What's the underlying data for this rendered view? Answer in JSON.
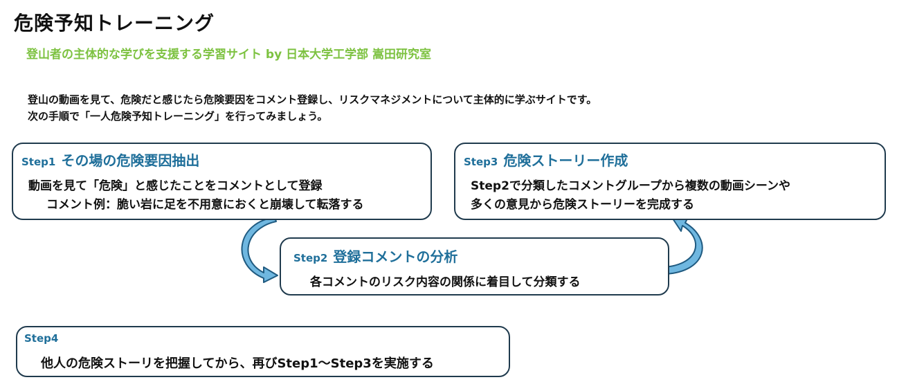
{
  "header": {
    "title": "危険予知トレーニング",
    "subtitle": "登山者の主体的な学びを支援する学習サイト by 日本大学工学部 嵩田研究室"
  },
  "intro": {
    "line1": "登山の動画を見て、危険だと感じたら危険要因をコメント登録し、リスクマネジメントについて主体的に学ぶサイトです。",
    "line2": "次の手順で「一人危険予知トレーニング」を行ってみましょう。"
  },
  "steps": {
    "step1": {
      "tag": "Step1",
      "title": "その場の危険要因抽出",
      "line1": "動画を見て「危険」と感じたことをコメントとして登録",
      "line2": "コメント例：脆い岩に足を不用意におくと崩壊して転落する"
    },
    "step2": {
      "tag": "Step2",
      "title": "登録コメントの分析",
      "line1": "各コメントのリスク内容の関係に着目して分類する"
    },
    "step3": {
      "tag": "Step3",
      "title": "危険ストーリー作成",
      "line1": "Step2で分類したコメントグループから複数の動画シーンや",
      "line2": "多くの意見から危険ストーリーを完成する"
    },
    "step4": {
      "tag": "Step4",
      "line1": "他人の危険ストーリを把握してから、再びStep1～Step3を実施する"
    }
  },
  "colors": {
    "subtitle": "#7dc241",
    "step_title": "#1f6f9a",
    "box_border": "#1f3a4d",
    "arrow_fill": "#6fb7e0",
    "arrow_stroke": "#1f5a80"
  },
  "icons": {
    "arrow_step1_to_step2": "curved-arrow-icon",
    "arrow_step2_to_step3": "curved-arrow-icon"
  }
}
